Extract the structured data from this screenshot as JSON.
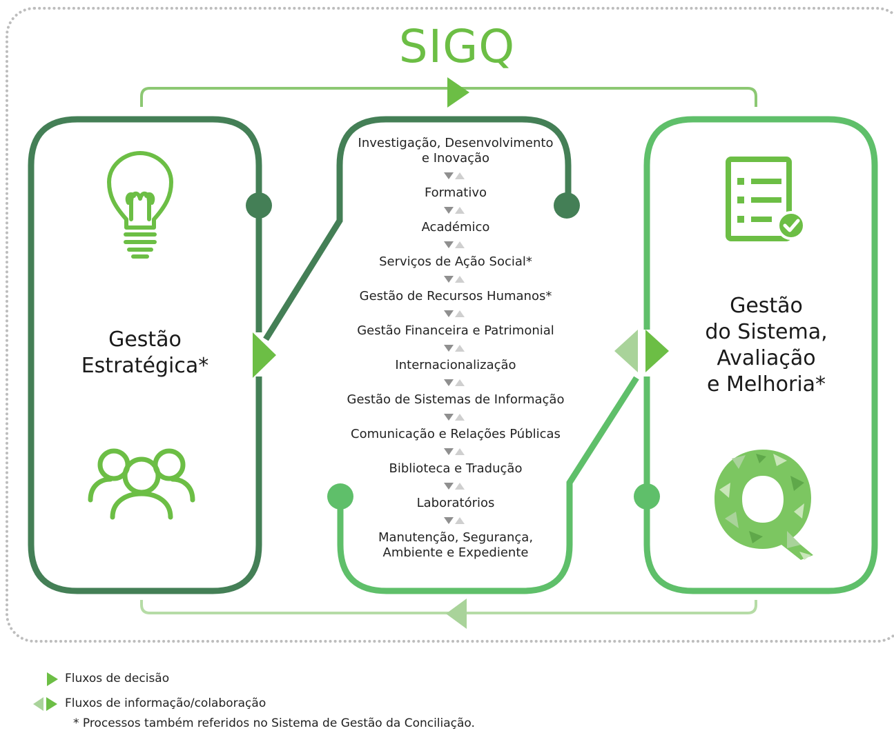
{
  "title": "SIGQ",
  "boxes": {
    "left": {
      "line1": "Gestão",
      "line2": "Estratégica*"
    },
    "right": {
      "line1": "Gestão",
      "line2": "do Sistema,",
      "line3": "Avaliação",
      "line4": "e Melhoria*"
    }
  },
  "processes": [
    "Investigação, Desenvolvimento",
    "e Inovação",
    "Formativo",
    "Académico",
    "Serviços de Ação Social*",
    "Gestão de Recursos Humanos*",
    "Gestão Financeira e Patrimonial",
    "Internacionalização",
    "Gestão de Sistemas de Informação",
    "Comunicação e Relações Públicas",
    "Biblioteca e Tradução",
    "Laboratórios",
    "Manutenção, Segurança,",
    "Ambiente e Expediente"
  ],
  "legend": {
    "decision": "Fluxos de decisão",
    "information": "Fluxos de informação/colaboração",
    "footnote": "* Processos também referidos no Sistema de Gestão da Conciliação."
  },
  "colors": {
    "dark_green": "#447f56",
    "mid_green": "#5fbf6a",
    "light_green": "#a9d39a",
    "accent_green": "#6cbe45",
    "border_dots": "#bdbdbd"
  },
  "icons": [
    "lightbulb-icon",
    "people-icon",
    "checklist-icon",
    "q-mosaic-icon"
  ]
}
